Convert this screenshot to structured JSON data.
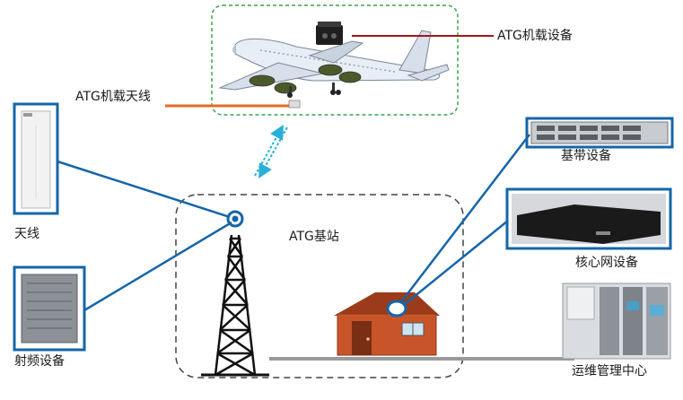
{
  "labels": {
    "airborne_antenna": "ATG机载天线",
    "airborne_equipment": "ATG机载设备",
    "antenna": "天线",
    "rf_equipment": "射频设备",
    "base_station": "ATG基站",
    "baseband_equipment": "基带设备",
    "core_network_equipment": "核心网设备",
    "ops_center": "运维管理中心"
  },
  "colors": {
    "link_blue": "#1565a8",
    "airborne_antenna_line": "#e46c1f",
    "airborne_equipment_line": "#a8141c",
    "air_group_border": "#3aa44a",
    "station_group_border": "#444444",
    "signal_arrow": "#2ab0d8",
    "house_wall": "#c8552a",
    "house_roof": "#9b3b1b",
    "ground": "#9a9a9a"
  },
  "icons": {
    "aircraft": "airplane-icon",
    "tower": "tower-icon",
    "house": "station-house-icon"
  }
}
